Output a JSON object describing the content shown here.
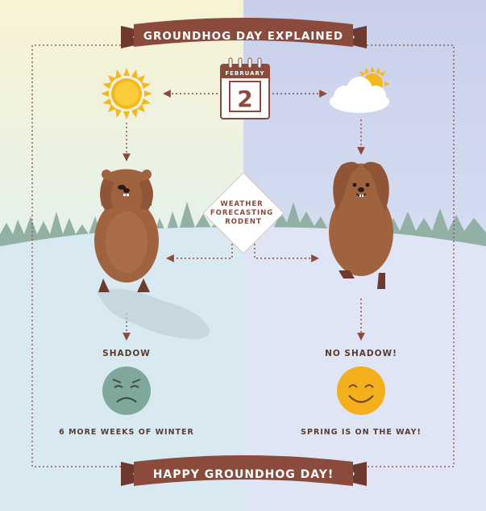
{
  "title": "GROUNDHOG DAY EXPLAINED",
  "calendar": {
    "month": "FEBRUARY",
    "day": "2"
  },
  "center_label": [
    "WEATHER",
    "FORECASTING",
    "RODENT"
  ],
  "left": {
    "outcome": "SHADOW",
    "result": "6 MORE WEEKS OF WINTER",
    "face_color": "#7fa89a"
  },
  "right": {
    "outcome": "NO SHADOW!",
    "result": "SPRING IS ON THE WAY!",
    "face_color": "#f3b01c"
  },
  "footer": "HAPPY GROUNDHOG DAY!",
  "colors": {
    "banner": "#8a4a3c",
    "arrow": "#8a4a3c",
    "groundhog": "#a0633f",
    "sun": "#f5b81c",
    "tree": "#93b0a4"
  }
}
